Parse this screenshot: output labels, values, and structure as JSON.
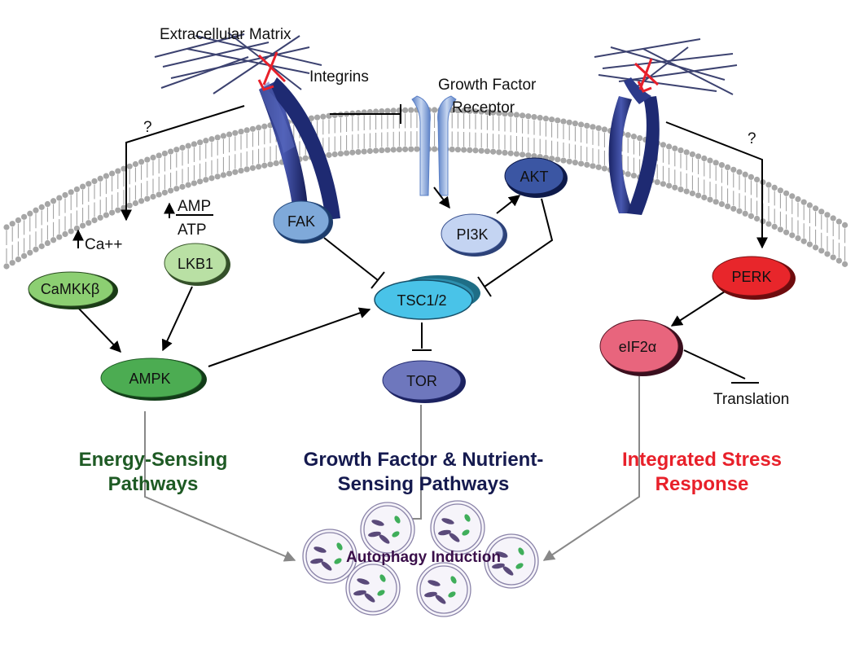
{
  "labels": {
    "ecm": "Extracellular Matrix",
    "integrins": "Integrins",
    "gfr_line1": "Growth Factor",
    "gfr_line2": "Receptor",
    "q_left": "?",
    "q_right": "?",
    "ca": "Ca++",
    "amp": "AMP",
    "atp": "ATP",
    "translation": "Translation"
  },
  "nodes": {
    "camkk": "CaMKKβ",
    "lkb1": "LKB1",
    "fak": "FAK",
    "pi3k": "PI3K",
    "akt": "AKT",
    "tsc": "TSC1/2",
    "ampk": "AMPK",
    "tor": "TOR",
    "perk": "PERK",
    "eif2a": "eIF2α"
  },
  "pathways": {
    "energy_1": "Energy-Sensing",
    "energy_2": "Pathways",
    "growth_1": "Growth Factor & Nutrient-",
    "growth_2": "Sensing Pathways",
    "stress_1": "Integrated Stress",
    "stress_2": "Response",
    "autophagy": "Autophagy Induction"
  },
  "colors": {
    "energy": "#1e5a24",
    "growth": "#151a4f",
    "stress": "#e8202a",
    "autophagy": "#3a0f4a",
    "camkk": "#8ccf72",
    "lkb1": "#b9e0a4",
    "fak": "#7fa9d9",
    "pi3k": "#c4d4f2",
    "akt": "#3b56a3",
    "tsc": "#49c3e8",
    "ampk": "#4cac52",
    "tor": "#6e77bd",
    "perk": "#e8262b",
    "eif2a": "#e8657d"
  }
}
